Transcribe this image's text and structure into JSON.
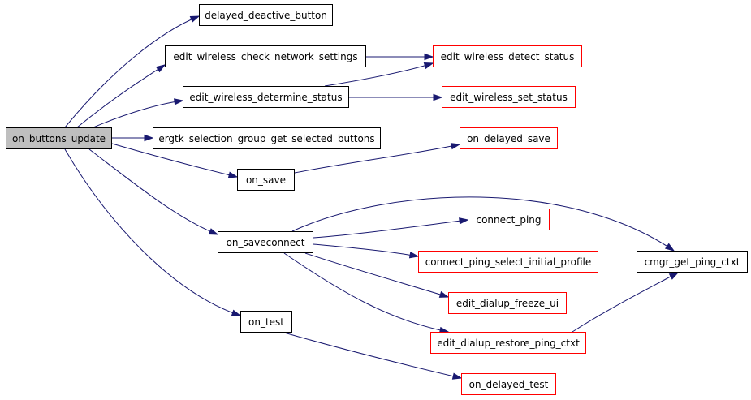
{
  "colors": {
    "edge": "#191970",
    "root_fill": "#bfbfbf",
    "node_border_default": "#000000",
    "node_border_external": "#ff0000"
  },
  "nodes": {
    "on_buttons_update": "on_buttons_update",
    "delayed_deactive_button": "delayed_deactive_button",
    "edit_wireless_check_network_settings": "edit_wireless_check_network_settings",
    "edit_wireless_detect_status": "edit_wireless_detect_status",
    "edit_wireless_determine_status": "edit_wireless_determine_status",
    "edit_wireless_set_status": "edit_wireless_set_status",
    "ergtk_selection_group_get_selected_buttons": "ergtk_selection_group_get_selected_buttons",
    "on_delayed_save": "on_delayed_save",
    "on_save": "on_save",
    "on_saveconnect": "on_saveconnect",
    "connect_ping": "connect_ping",
    "connect_ping_select_initial_profile": "connect_ping_select_initial_profile",
    "cmgr_get_ping_ctxt": "cmgr_get_ping_ctxt",
    "edit_dialup_freeze_ui": "edit_dialup_freeze_ui",
    "edit_dialup_restore_ping_ctxt": "edit_dialup_restore_ping_ctxt",
    "on_test": "on_test",
    "on_delayed_test": "on_delayed_test"
  },
  "edges": [
    [
      "on_buttons_update",
      "delayed_deactive_button"
    ],
    [
      "on_buttons_update",
      "edit_wireless_check_network_settings"
    ],
    [
      "on_buttons_update",
      "edit_wireless_determine_status"
    ],
    [
      "on_buttons_update",
      "ergtk_selection_group_get_selected_buttons"
    ],
    [
      "on_buttons_update",
      "on_save"
    ],
    [
      "on_buttons_update",
      "on_saveconnect"
    ],
    [
      "on_buttons_update",
      "on_test"
    ],
    [
      "edit_wireless_check_network_settings",
      "edit_wireless_detect_status"
    ],
    [
      "edit_wireless_determine_status",
      "edit_wireless_detect_status"
    ],
    [
      "edit_wireless_determine_status",
      "edit_wireless_set_status"
    ],
    [
      "on_save",
      "on_delayed_save"
    ],
    [
      "on_saveconnect",
      "connect_ping"
    ],
    [
      "on_saveconnect",
      "connect_ping_select_initial_profile"
    ],
    [
      "on_saveconnect",
      "edit_dialup_freeze_ui"
    ],
    [
      "on_saveconnect",
      "edit_dialup_restore_ping_ctxt"
    ],
    [
      "on_saveconnect",
      "cmgr_get_ping_ctxt"
    ],
    [
      "edit_dialup_restore_ping_ctxt",
      "cmgr_get_ping_ctxt"
    ],
    [
      "on_test",
      "on_delayed_test"
    ]
  ]
}
